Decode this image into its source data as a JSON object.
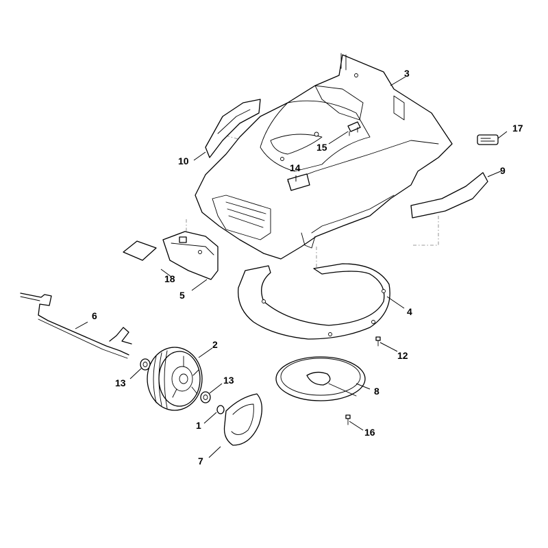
{
  "callouts": {
    "c1": "1",
    "c2": "2",
    "c3": "3",
    "c4": "4",
    "c5": "5",
    "c6": "6",
    "c7": "7",
    "c8": "8",
    "c9": "9",
    "c10": "10",
    "c12": "12",
    "c13a": "13",
    "c13b": "13",
    "c14": "14",
    "c15": "15",
    "c16": "16",
    "c17": "17",
    "c18": "18"
  }
}
